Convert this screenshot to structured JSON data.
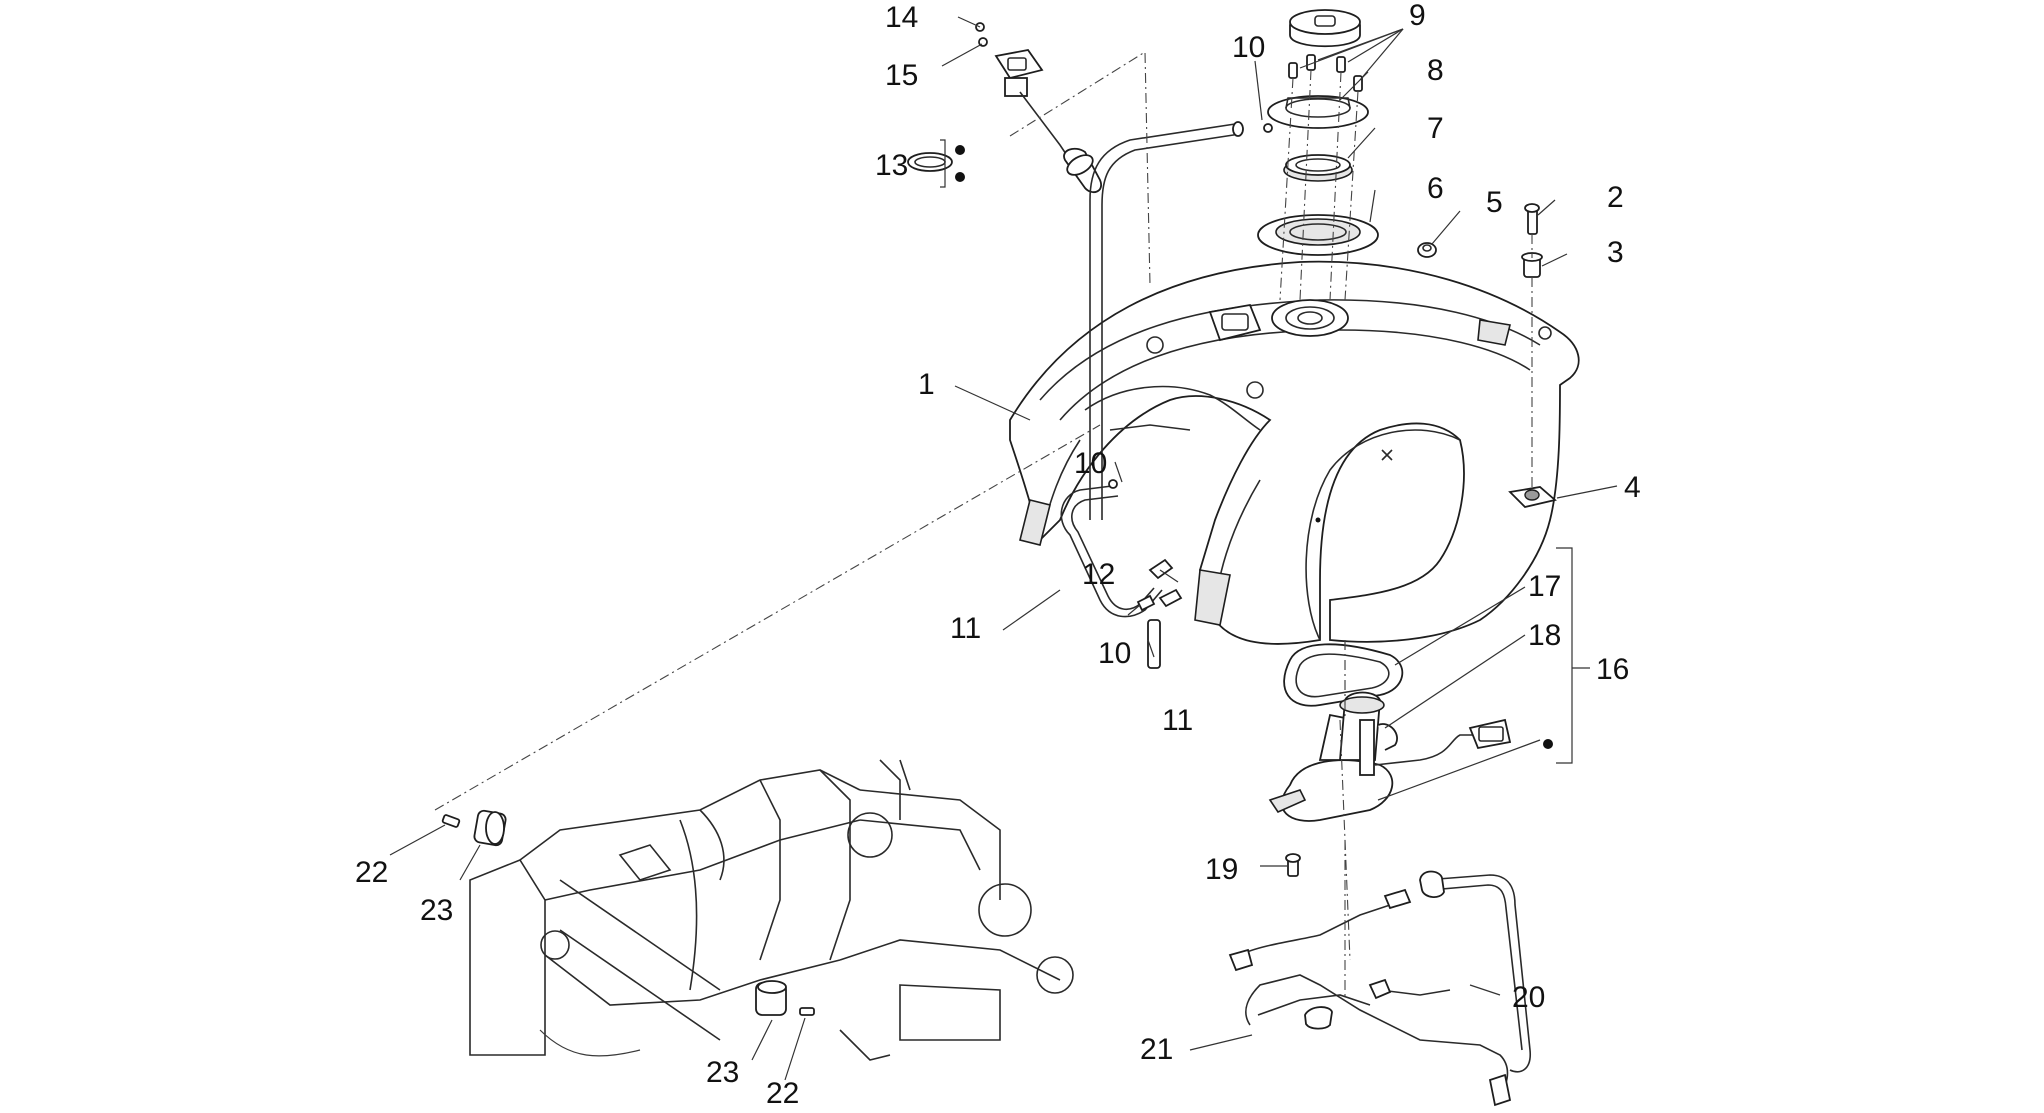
{
  "labels": {
    "l1": "1",
    "l2": "2",
    "l3": "3",
    "l4": "4",
    "l5": "5",
    "l6": "6",
    "l7": "7",
    "l8": "8",
    "l9": "9",
    "l10a": "10",
    "l10b": "10",
    "l10c": "10",
    "l11a": "11",
    "l11b": "11",
    "l12": "12",
    "l13": "13",
    "l14": "14",
    "l15": "15",
    "l16": "16",
    "l17": "17",
    "l18": "18",
    "l19": "19",
    "l20": "20",
    "l21": "21",
    "l22a": "22",
    "l22b": "22",
    "l23a": "23",
    "l23b": "23"
  }
}
